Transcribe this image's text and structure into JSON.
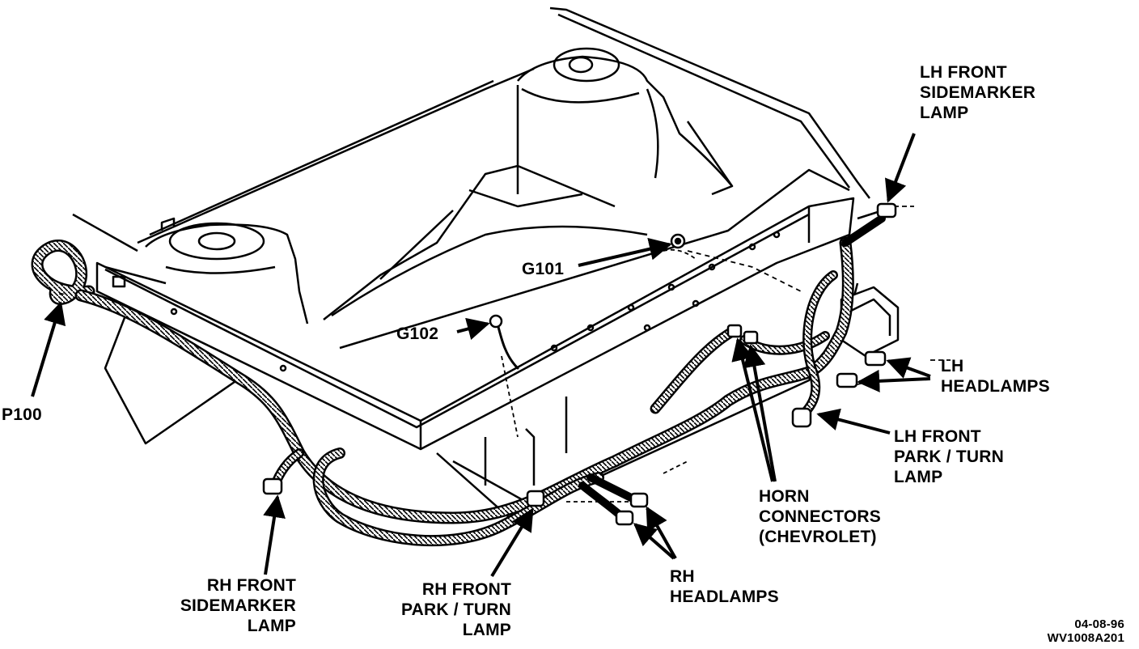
{
  "labels": {
    "lh_front_sidemarker": [
      "LH FRONT",
      "SIDEMARKER",
      "LAMP"
    ],
    "g101": "G101",
    "g102": "G102",
    "p100": "P100",
    "lh_headlamps": [
      "LH",
      "HEADLAMPS"
    ],
    "lh_front_park_turn": [
      "LH FRONT",
      "PARK / TURN",
      "LAMP"
    ],
    "horn_connectors": [
      "HORN",
      "CONNECTORS",
      "(CHEVROLET)"
    ],
    "rh_front_sidemarker": [
      "RH FRONT",
      "SIDEMARKER",
      "LAMP"
    ],
    "rh_front_park_turn": [
      "RH FRONT",
      "PARK / TURN",
      "LAMP"
    ],
    "rh_headlamps": [
      "RH",
      "HEADLAMPS"
    ]
  },
  "footer": {
    "date": "04-08-96",
    "code": "WV1008A201"
  }
}
